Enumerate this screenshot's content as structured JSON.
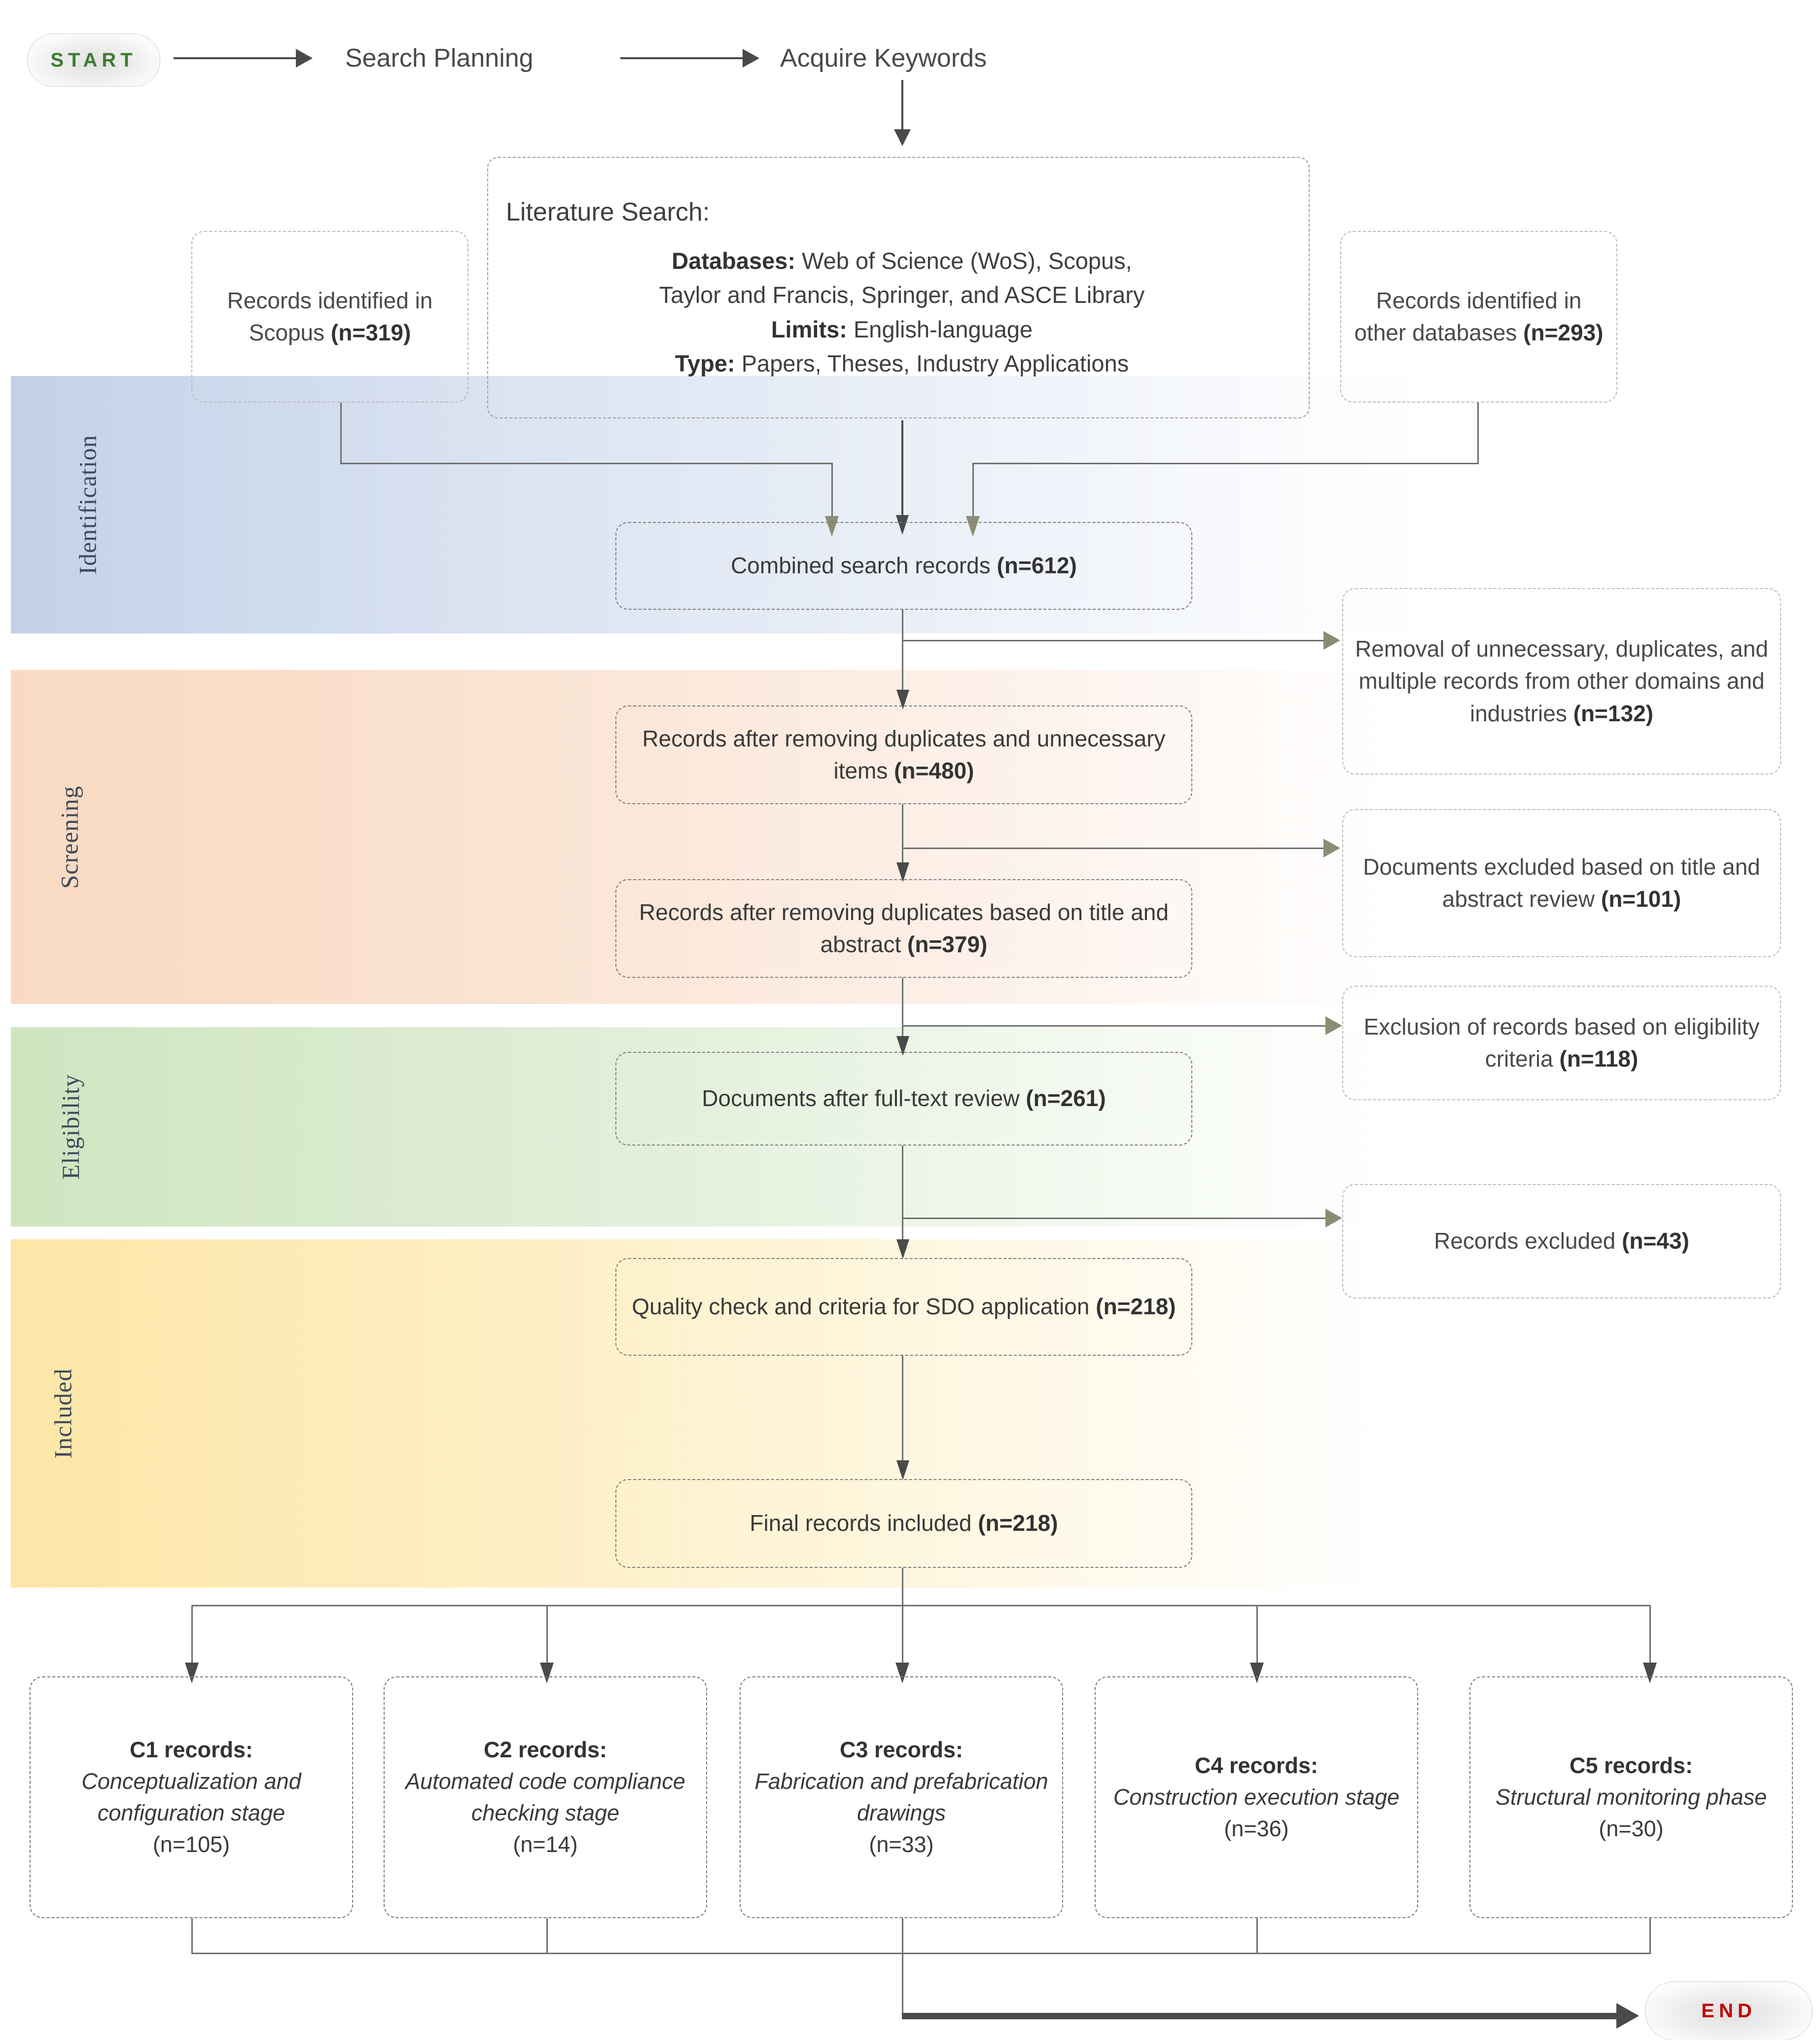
{
  "diagram": {
    "title": "PRISMA literature selection flow",
    "start_label": "START",
    "end_label": "END",
    "top_steps": [
      {
        "label": "Search Planning"
      },
      {
        "label": "Acquire Keywords"
      }
    ],
    "stages": [
      {
        "key": "identification",
        "label": "Identification",
        "color": "#c3d1e8"
      },
      {
        "key": "screening",
        "label": "Screening",
        "color": "#f9d9c1"
      },
      {
        "key": "eligibility",
        "label": "Eligibility",
        "color": "#cfe5c0"
      },
      {
        "key": "included",
        "label": "Included",
        "color": "#fde6a6"
      }
    ],
    "literature_search": {
      "heading": "Literature Search:",
      "rows": [
        {
          "key": "Databases:",
          "value": "Web of Science (WoS), Scopus, Taylor and Francis, Springer, and ASCE Library"
        },
        {
          "key": "Limits:",
          "value": "English-language"
        },
        {
          "key": "Type:",
          "value": "Papers, Theses, Industry Applications"
        }
      ],
      "databases_line1": "Web of Science (WoS), Scopus,",
      "databases_line2": "Taylor and Francis, Springer, and ASCE Library"
    },
    "sources": [
      {
        "key": "scopus",
        "text": "Records identified in Scopus",
        "n": "(n=319)"
      },
      {
        "key": "other",
        "text": "Records identified in other databases",
        "n": "(n=293)"
      }
    ],
    "flow": [
      {
        "key": "combined",
        "text": "Combined search records ",
        "n": "(n=612)"
      },
      {
        "key": "dedup",
        "text": "Records after removing duplicates and unnecessary items ",
        "n": "(n=480)"
      },
      {
        "key": "title_abs",
        "text": "Records after removing duplicates based on title and abstract ",
        "n": "(n=379)"
      },
      {
        "key": "fulltext",
        "text": "Documents after full-text review ",
        "n": "(n=261)"
      },
      {
        "key": "quality",
        "text": "Quality check and criteria for SDO application ",
        "n": "(n=218)"
      },
      {
        "key": "final",
        "text": "Final records included ",
        "n": "(n=218)"
      }
    ],
    "exclusions": [
      {
        "key": "removal",
        "text": "Removal of unnecessary, duplicates, and multiple records from other domains and industries ",
        "n": "(n=132)"
      },
      {
        "key": "title_abs",
        "text": "Documents excluded based on title and abstract review ",
        "n": "(n=101)"
      },
      {
        "key": "eligible",
        "text": "Exclusion of records based on eligibility criteria ",
        "n": "(n=118)"
      },
      {
        "key": "excluded",
        "text": "Records excluded ",
        "n": "(n=43)"
      }
    ],
    "categories": [
      {
        "code": "C1 records:",
        "desc": "Conceptualization and configuration stage",
        "n": "(n=105)"
      },
      {
        "code": "C2 records:",
        "desc": "Automated code compliance checking stage",
        "n": "(n=14)"
      },
      {
        "code": "C3 records:",
        "desc": "Fabrication and prefabrication drawings",
        "n": "(n=33)"
      },
      {
        "code": "C4 records:",
        "desc": "Construction execution stage",
        "n": "(n=36)"
      },
      {
        "code": "C5 records:",
        "desc": "Structural monitoring phase",
        "n": "(n=30)"
      }
    ]
  }
}
